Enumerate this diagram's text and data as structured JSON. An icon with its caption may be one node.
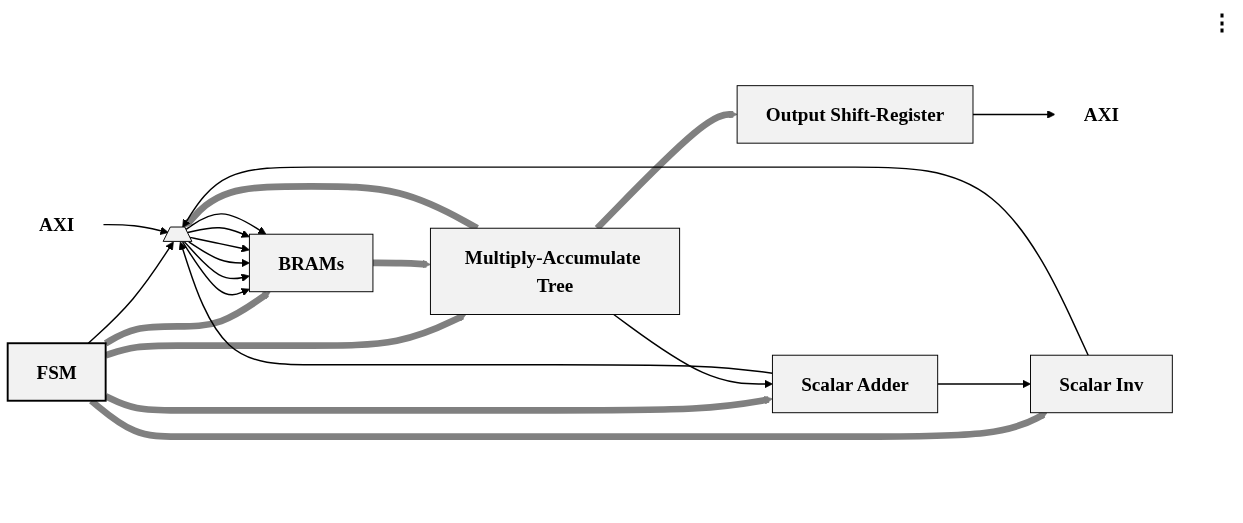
{
  "diagram": {
    "nodes": [
      {
        "text": [
          "FSM"
        ]
      },
      {
        "text": [],
        "shape": "trapezoid"
      },
      {
        "text": [
          "BRAMs"
        ]
      },
      {
        "text": [
          "Multiply-Accumulate Tree"
        ]
      },
      {
        "text": [
          "Scalar Adder"
        ]
      },
      {
        "text": [
          "Scalar Inv"
        ]
      },
      {
        "text": [
          "Output Shift-Register"
        ]
      },
      {
        "text": [
          "AXI"
        ]
      },
      {
        "text": [
          "AXI"
        ]
      }
    ],
    "edges": [
      {
        "from": 0,
        "to": 1,
        "arrow": "to"
      },
      {
        "from": 0,
        "to": 2,
        "arrow": "to",
        "style": "thick",
        "color": "#808080"
      },
      {
        "from": 0,
        "to": 3,
        "arrow": "to",
        "style": "thick",
        "color": "#808080"
      },
      {
        "from": 0,
        "to": 4,
        "arrow": "to",
        "style": "thick",
        "color": "#808080"
      },
      {
        "from": 0,
        "to": 5,
        "arrow": "to",
        "style": "thick",
        "color": "#808080"
      },
      {
        "from": 7,
        "to": 1,
        "arrow": "to"
      },
      {
        "from": 1,
        "to": 2,
        "arrow": "to"
      },
      {
        "from": 1,
        "to": 2,
        "arrow": "to"
      },
      {
        "from": 1,
        "to": 2,
        "arrow": "to"
      },
      {
        "from": 1,
        "to": 2,
        "arrow": "to"
      },
      {
        "from": 1,
        "to": 2,
        "arrow": "to"
      },
      {
        "from": 1,
        "to": 2,
        "arrow": "to"
      },
      {
        "from": 2,
        "to": 3,
        "arrow": "to",
        "style": "thick",
        "color": "#808080"
      },
      {
        "from": 3,
        "to": 6,
        "arrow": "to",
        "style": "thick",
        "color": "#808080"
      },
      {
        "from": 3,
        "to": 1,
        "arrow": "to",
        "style": "thick",
        "color": "#808080"
      },
      {
        "from": 3,
        "to": 4,
        "arrow": "to"
      },
      {
        "from": 4,
        "to": 5,
        "arrow": "to"
      },
      {
        "from": 4,
        "to": 1,
        "arrow": "to"
      },
      {
        "from": 5,
        "to": 1,
        "arrow": "to"
      },
      {
        "from": 6,
        "to": 8,
        "arrow": "to"
      }
    ],
    "labels": [
      "⋮"
    ]
  }
}
